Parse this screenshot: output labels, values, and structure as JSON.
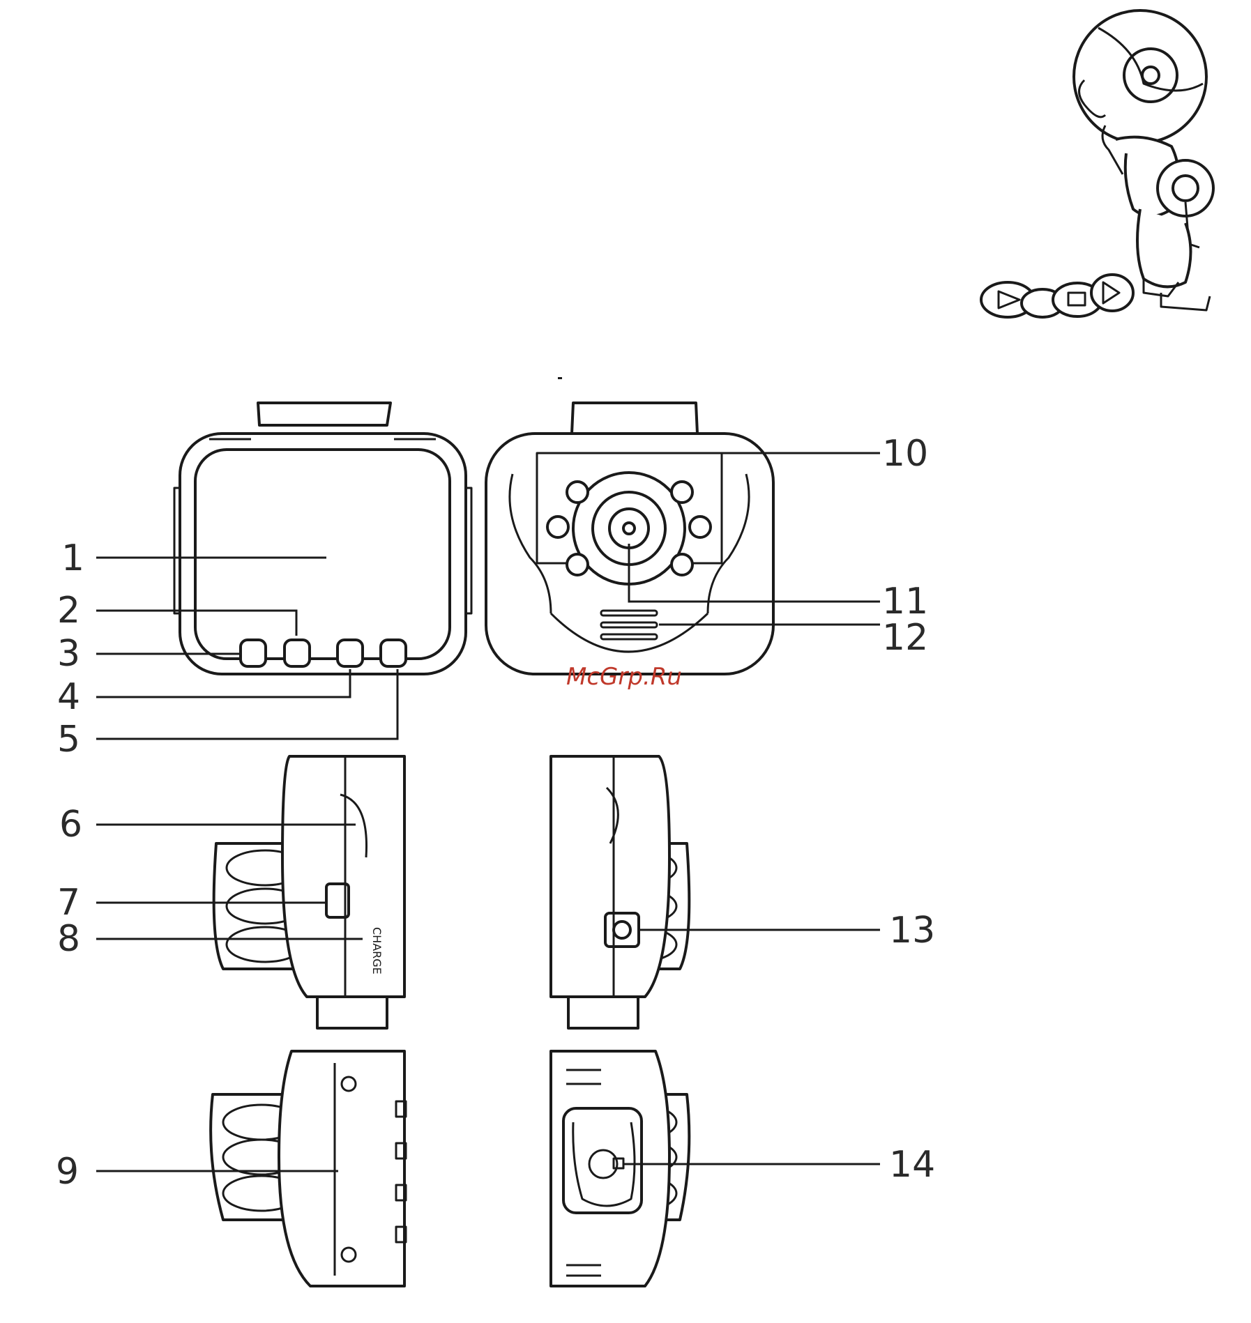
{
  "watermark": {
    "text": "McGrp.Ru",
    "color": "#c0392b"
  },
  "callouts": [
    {
      "id": "1",
      "text": "1"
    },
    {
      "id": "2",
      "text": "2"
    },
    {
      "id": "3",
      "text": "3"
    },
    {
      "id": "4",
      "text": "4"
    },
    {
      "id": "5",
      "text": "5"
    },
    {
      "id": "6",
      "text": "6"
    },
    {
      "id": "7",
      "text": "7"
    },
    {
      "id": "8",
      "text": "8"
    },
    {
      "id": "9",
      "text": "9"
    },
    {
      "id": "10",
      "text": "10"
    },
    {
      "id": "11",
      "text": "11"
    },
    {
      "id": "12",
      "text": "12"
    },
    {
      "id": "13",
      "text": "13"
    },
    {
      "id": "14",
      "text": "14"
    }
  ],
  "colors": {
    "line": "#1a1a1a",
    "background": "#ffffff"
  }
}
